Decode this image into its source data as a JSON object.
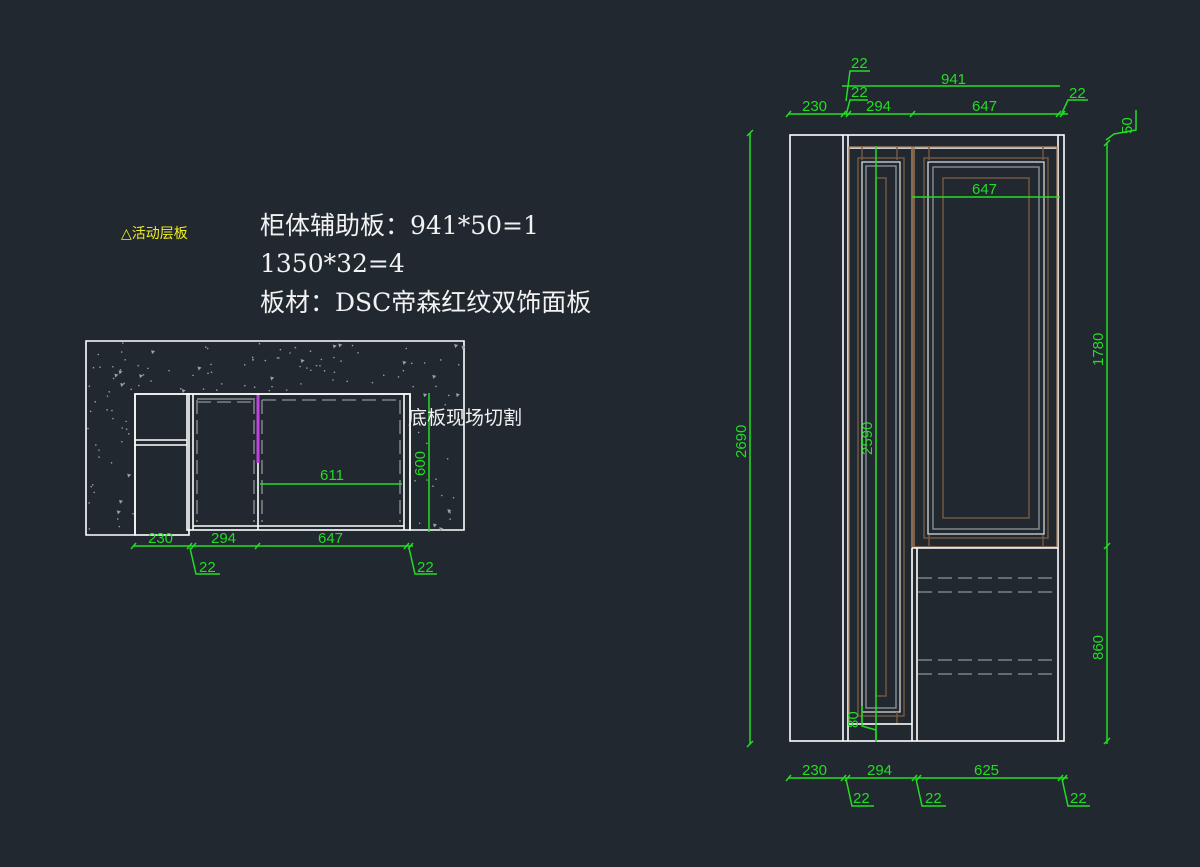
{
  "notes": {
    "movable_shelf": "△活动层板",
    "line1": "柜体辅助板：941*50=1",
    "line2": "1350*32=4",
    "line3": "板材：DSC帝森红纹双饰面板",
    "floor_cut": "底板现场切割"
  },
  "plan_view": {
    "dims": {
      "w230": "230",
      "w294": "294",
      "w647": "647",
      "t22a": "22",
      "t22b": "22",
      "inner611": "611",
      "depth600": "600"
    }
  },
  "elevation_view": {
    "top_dims": {
      "t22_top": "22",
      "total941": "941",
      "t22_mid": "22",
      "w230": "230",
      "w294": "294",
      "w647": "647",
      "t22_right": "22",
      "h50": "50",
      "door647": "647"
    },
    "side_dims": {
      "total2690": "2690",
      "inner2590": "2590",
      "upper1780": "1780",
      "lower860": "860",
      "base80": "80"
    },
    "bottom_dims": {
      "w230": "230",
      "w294": "294",
      "w625": "625",
      "t22a": "22",
      "t22b": "22",
      "t22c": "22"
    }
  },
  "colors": {
    "background": "#212830",
    "dimension": "#22dd22",
    "outline": "#ffffff",
    "door_frame": "#a07a5a",
    "highlight": "#c040e0",
    "label_yellow": "#f0f020"
  }
}
